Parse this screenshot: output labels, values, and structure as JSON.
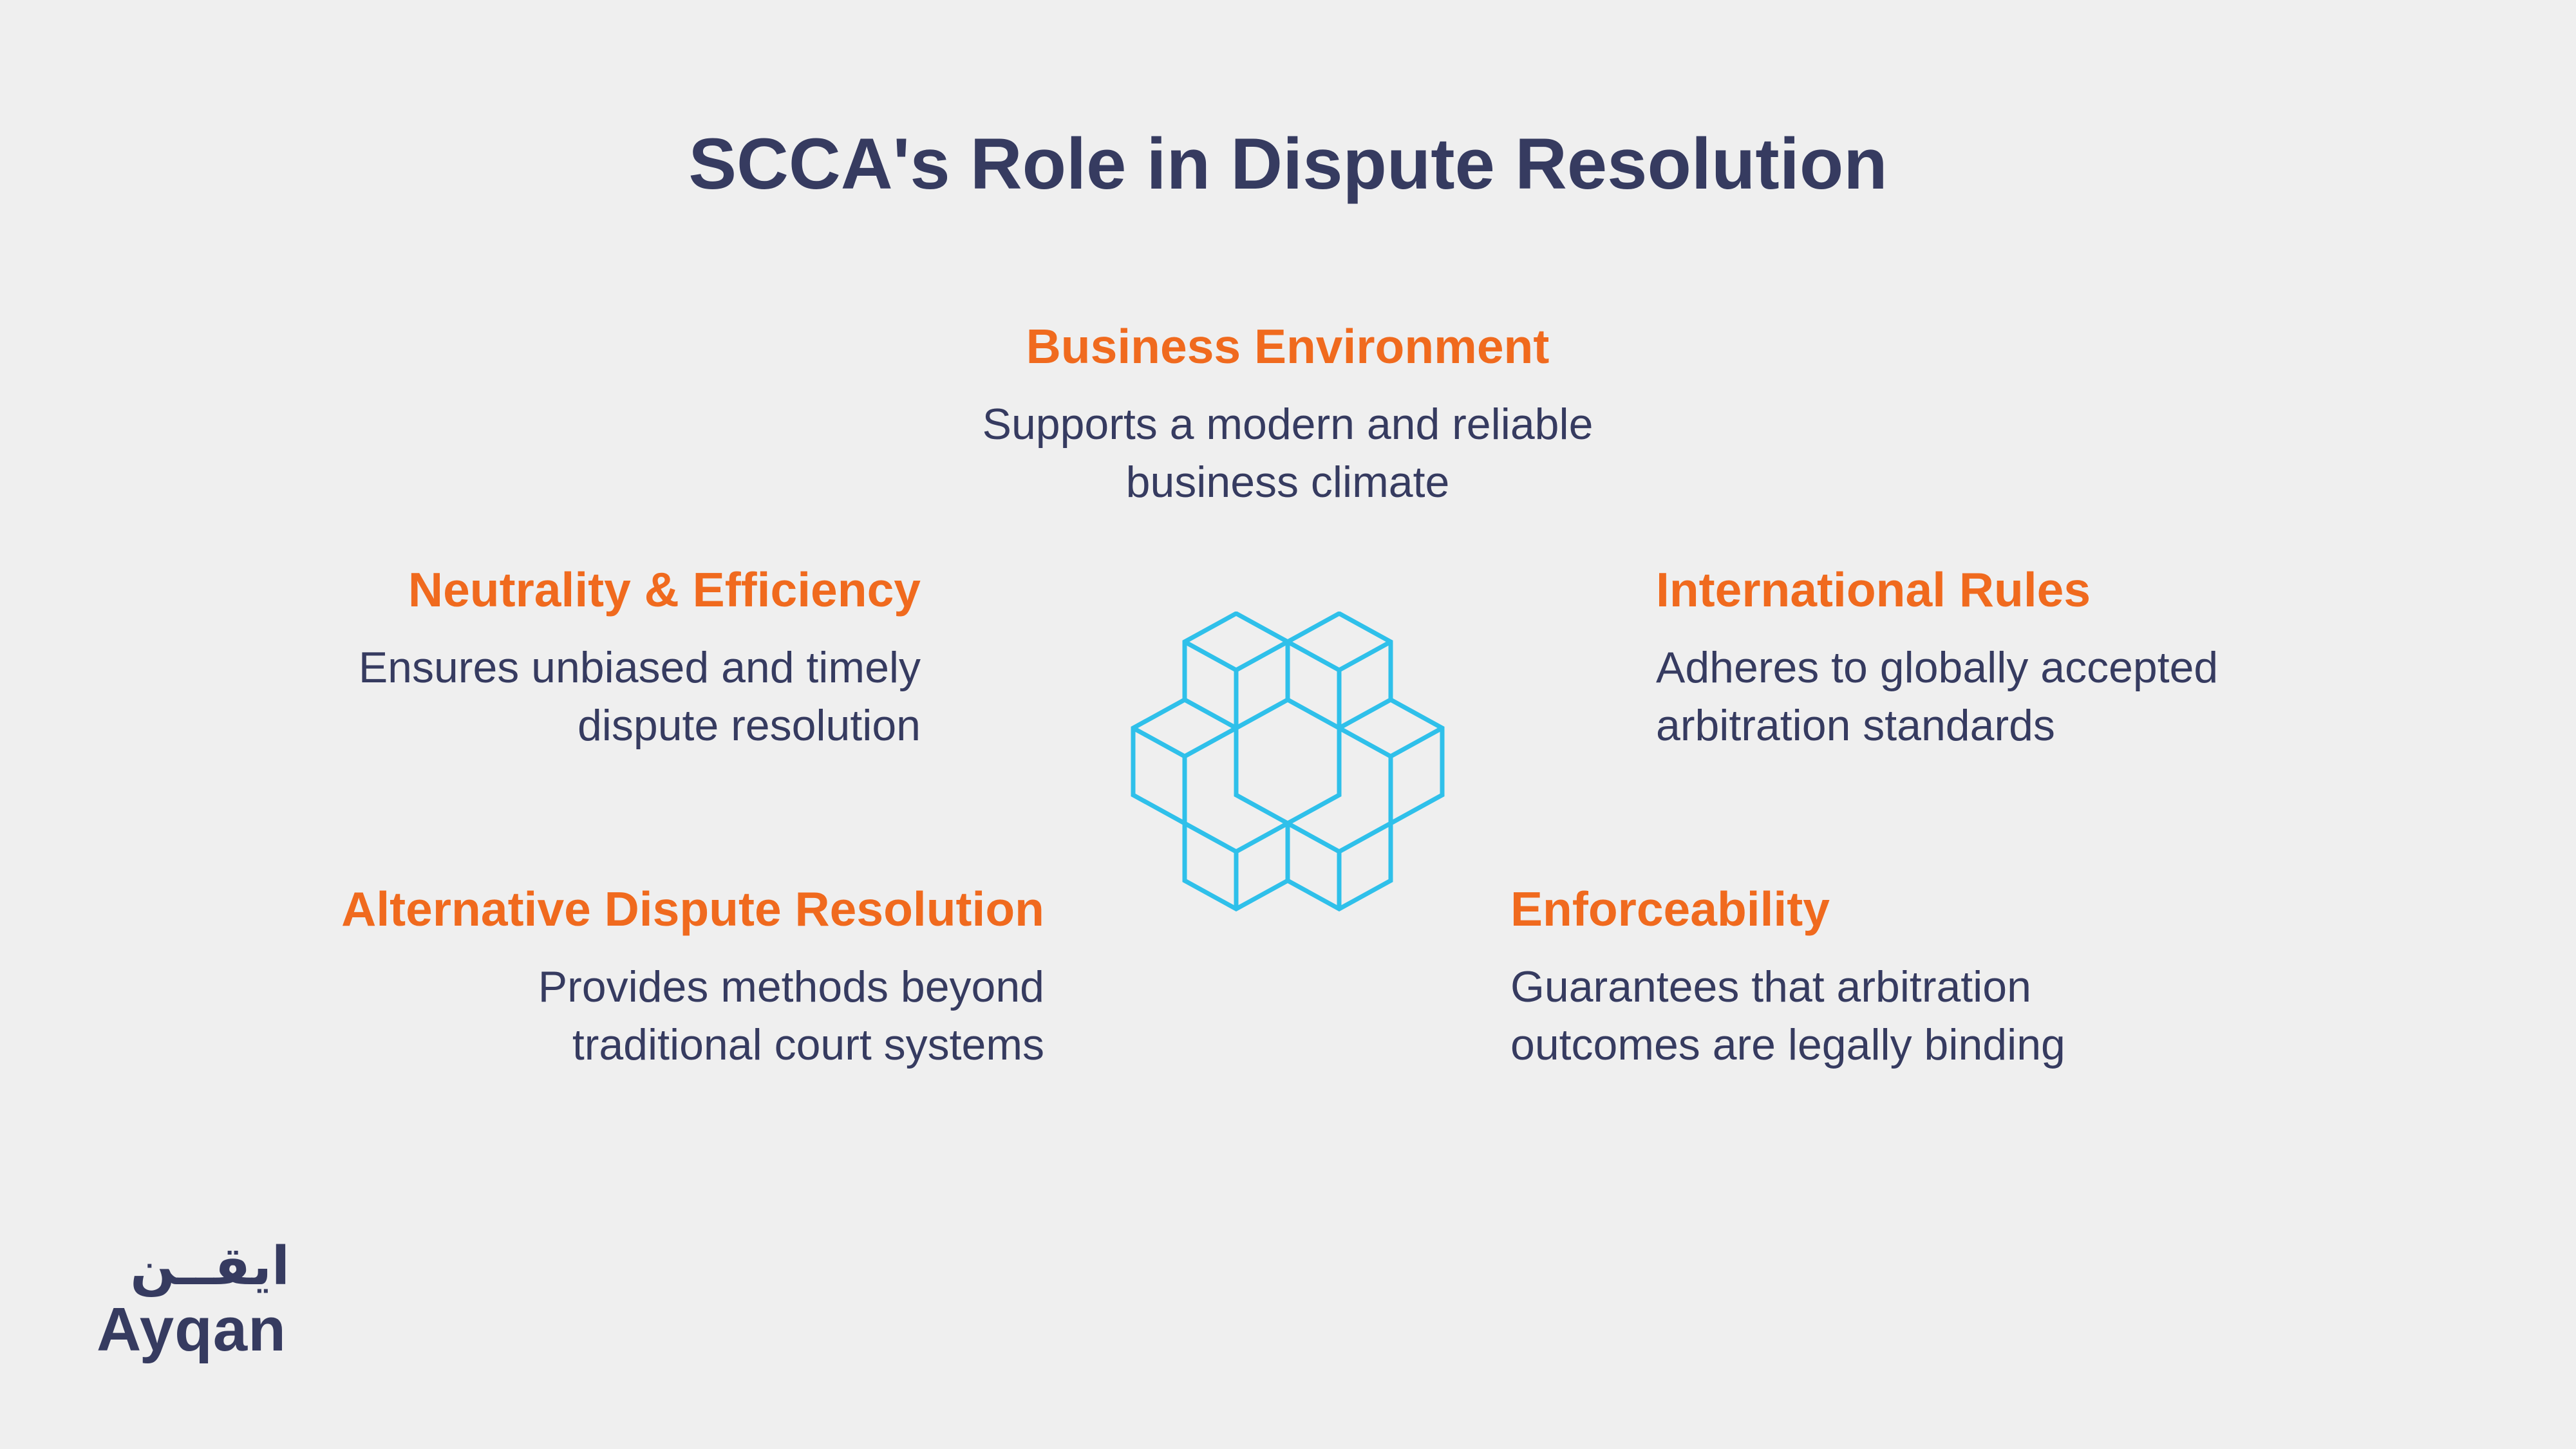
{
  "title": "SCCA's Role in Dispute Resolution",
  "colors": {
    "background": "#efefef",
    "heading": "#f06a1e",
    "text": "#363b60",
    "emblem": "#2fc0ea"
  },
  "items": {
    "business": {
      "heading": "Business Environment",
      "description": "Supports a modern and reliable\nbusiness climate"
    },
    "neutrality": {
      "heading": "Neutrality & Efficiency",
      "description": "Ensures unbiased and timely\ndispute resolution"
    },
    "international": {
      "heading": "International Rules",
      "description": "Adheres to globally accepted\narbitration standards"
    },
    "adr": {
      "heading": "Alternative Dispute Resolution",
      "description": "Provides methods beyond\ntraditional court systems"
    },
    "enforceability": {
      "heading": "Enforceability",
      "description": "Guarantees that arbitration\noutcomes are legally binding"
    }
  },
  "center_graphic": {
    "icon": "interlocking-cubes-icon"
  },
  "logo": {
    "arabic": "ايقــن",
    "latin": "Ayqan"
  }
}
